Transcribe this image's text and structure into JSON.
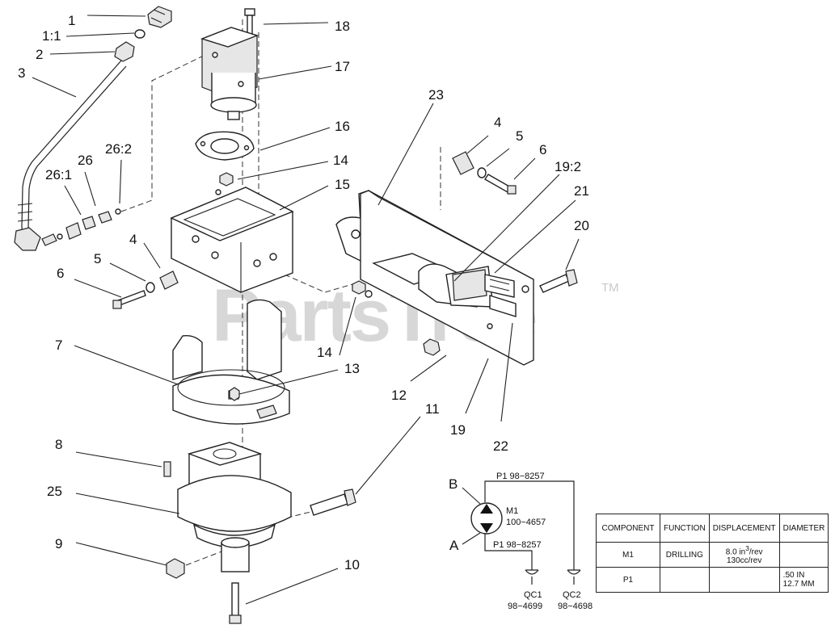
{
  "watermark": {
    "text": "PartsTree",
    "trademark": "TM"
  },
  "callouts": [
    {
      "id": "c1",
      "text": "1"
    },
    {
      "id": "c1-1",
      "text": "1:1"
    },
    {
      "id": "c2",
      "text": "2"
    },
    {
      "id": "c3",
      "text": "3"
    },
    {
      "id": "c4a",
      "text": "4"
    },
    {
      "id": "c4b",
      "text": "4"
    },
    {
      "id": "c5a",
      "text": "5"
    },
    {
      "id": "c5b",
      "text": "5"
    },
    {
      "id": "c6a",
      "text": "6"
    },
    {
      "id": "c6b",
      "text": "6"
    },
    {
      "id": "c7",
      "text": "7"
    },
    {
      "id": "c8",
      "text": "8"
    },
    {
      "id": "c9",
      "text": "9"
    },
    {
      "id": "c10",
      "text": "10"
    },
    {
      "id": "c11",
      "text": "11"
    },
    {
      "id": "c12",
      "text": "12"
    },
    {
      "id": "c13",
      "text": "13"
    },
    {
      "id": "c14a",
      "text": "14"
    },
    {
      "id": "c14b",
      "text": "14"
    },
    {
      "id": "c15",
      "text": "15"
    },
    {
      "id": "c16",
      "text": "16"
    },
    {
      "id": "c17",
      "text": "17"
    },
    {
      "id": "c18",
      "text": "18"
    },
    {
      "id": "c19",
      "text": "19"
    },
    {
      "id": "c19-2",
      "text": "19:2"
    },
    {
      "id": "c20",
      "text": "20"
    },
    {
      "id": "c21",
      "text": "21"
    },
    {
      "id": "c22",
      "text": "22"
    },
    {
      "id": "c23",
      "text": "23"
    },
    {
      "id": "c25",
      "text": "25"
    },
    {
      "id": "c26",
      "text": "26"
    },
    {
      "id": "c26-1",
      "text": "26:1"
    },
    {
      "id": "c26-2",
      "text": "26:2"
    }
  ],
  "schematic": {
    "port_b": "B",
    "port_a": "A",
    "motor": "M1",
    "motor_part": "100−4657",
    "line_top": "P1 98−8257",
    "line_bottom": "P1 98−8257",
    "qc1": "QC1",
    "qc1_part": "98−4699",
    "qc2": "QC2",
    "qc2_part": "98−4698"
  },
  "spec_table": {
    "headers": [
      "COMPONENT",
      "FUNCTION",
      "DISPLACEMENT",
      "DIAMETER"
    ],
    "rows": [
      {
        "component": "M1",
        "function": "DRILLING",
        "displacement_1": "8.0 in",
        "displacement_sup": "3",
        "displacement_1b": "/rev",
        "displacement_2": "130cc/rev",
        "diameter_1": "",
        "diameter_2": ""
      },
      {
        "component": "P1",
        "function": "",
        "displacement_1": "",
        "displacement_sup": "",
        "displacement_1b": "",
        "displacement_2": "",
        "diameter_1": ".50 IN",
        "diameter_2": "12.7 MM"
      }
    ]
  }
}
